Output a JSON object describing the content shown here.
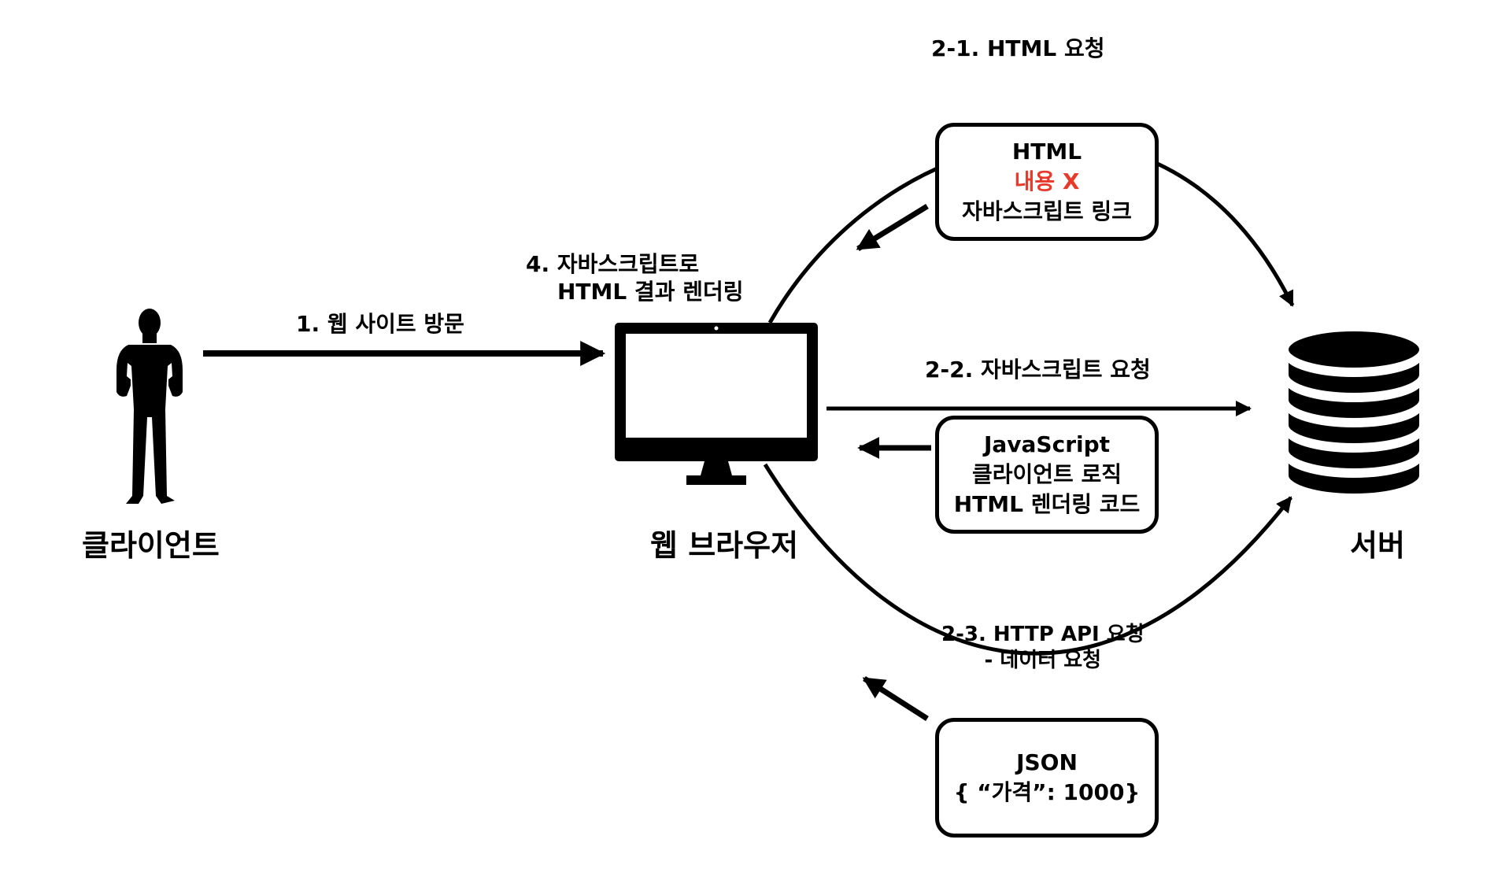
{
  "colors": {
    "stroke": "#000000",
    "highlight": "#e8392b",
    "background": "#ffffff"
  },
  "icons": {
    "client": "person-silhouette-icon",
    "browser": "monitor-icon",
    "server": "database-icon"
  },
  "nodes": {
    "client": "클라이언트",
    "browser": "웹 브라우저",
    "server": "서버"
  },
  "steps": {
    "visit": "1. 웹 사이트 방문",
    "render_line1": "4. 자바스크립트로",
    "render_line2": "HTML 결과 렌더링",
    "html_request": "2-1. HTML 요청",
    "js_request": "2-2. 자바스크립트 요청",
    "api_request_line1": "2-3. HTTP API 요청",
    "api_request_line2": "- 데이터 요청"
  },
  "responses": {
    "html": {
      "line1": "HTML",
      "line2": "내용 X",
      "line3": "자바스크립트 링크"
    },
    "javascript": {
      "line1": "JavaScript",
      "line2": "클라이언트 로직",
      "line3": "HTML 렌더링 코드"
    },
    "json": {
      "line1": "JSON",
      "line2": "{ “가격”: 1000}"
    }
  }
}
